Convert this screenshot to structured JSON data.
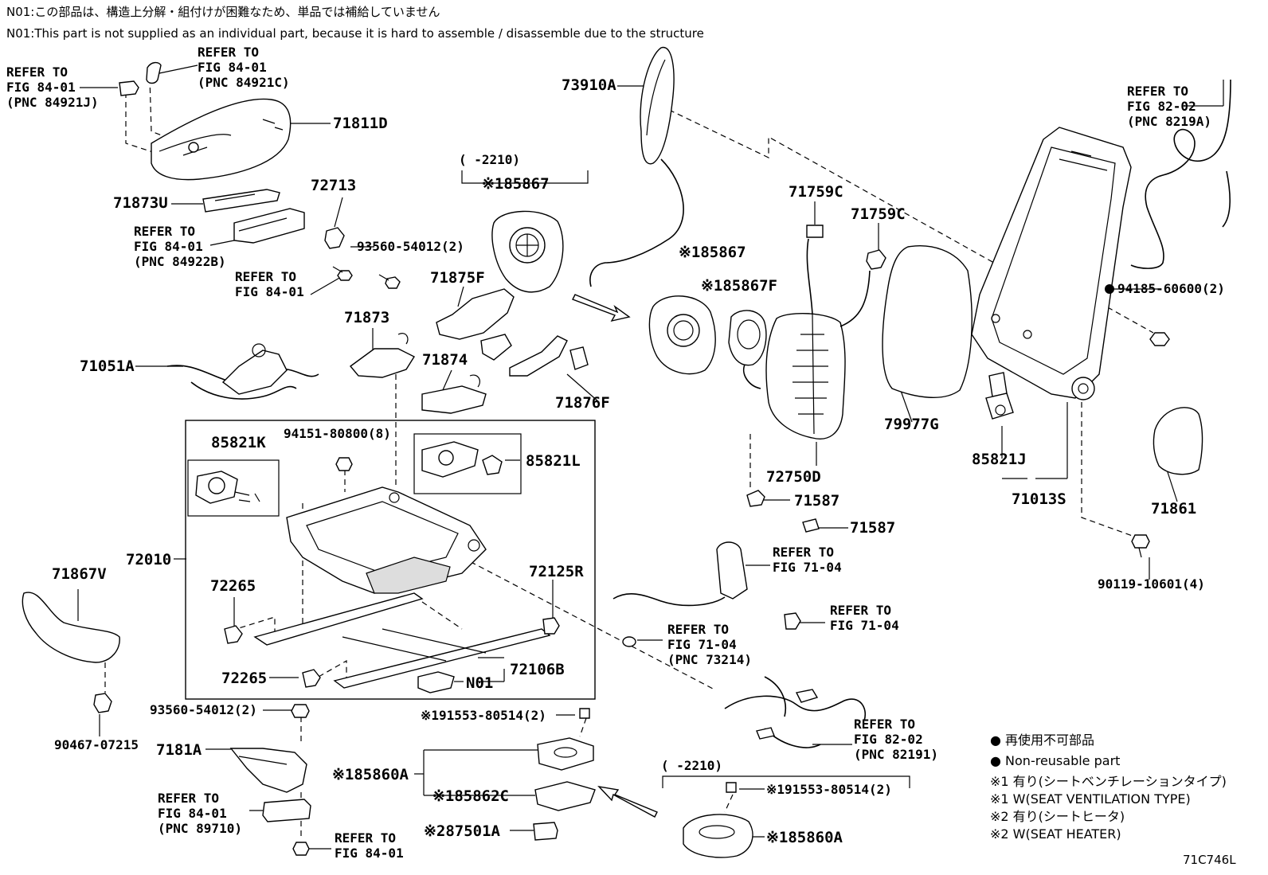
{
  "notes": {
    "n01_jp": "N01:この部品は、構造上分解・組付けが困難なため、単品では補給していません",
    "n01_en": "N01:This part is not supplied as an individual part, because it is hard to assemble / disassemble due to the structure"
  },
  "labels": {
    "p73910A": "73910A",
    "p71811D": "71811D",
    "p71873U": "71873U",
    "p72713": "72713",
    "p93560a": "93560-54012(2)",
    "p185867a_range": "( -2210)",
    "p185867a": "※185867",
    "p185867b": "※185867",
    "p185867F": "※185867F",
    "p71875F": "71875F",
    "p71873": "71873",
    "p71874": "71874",
    "p71051A": "71051A",
    "p71876F": "71876F",
    "p71759C_a": "71759C",
    "p71759C_b": "71759C",
    "p79977G": "79977G",
    "p72750D": "72750D",
    "p71587_a": "71587",
    "p71587_b": "71587",
    "p94185": "94185-60600(2)",
    "p85821J": "85821J",
    "p71013S": "71013S",
    "p71861": "71861",
    "p90119": "90119-10601(4)",
    "p85821K": "85821K",
    "p94151": "94151-80800(8)",
    "p85821L": "85821L",
    "p72010": "72010",
    "p72265_a": "72265",
    "p72265_b": "72265",
    "p72125R": "72125R",
    "p72106B": "72106B",
    "pN01": "N01",
    "p71867V": "71867V",
    "p90467": "90467-07215",
    "p93560b": "93560-54012(2)",
    "p191553a": "※191553-80514(2)",
    "p7181A": "7181A",
    "p185860A_a": "※185860A",
    "p185862C": "※185862C",
    "p87501A": "※287501A",
    "p185860A_range": "( -2210)",
    "p191553b": "※191553-80514(2)",
    "p185860A_b": "※185860A",
    "fig_code": "71C746L"
  },
  "refs": {
    "r84921J": "REFER TO\nFIG 84-01\n(PNC 84921J)",
    "r84921C": "REFER TO\nFIG 84-01\n(PNC 84921C)",
    "r84922B": "REFER TO\nFIG 84-01\n(PNC 84922B)",
    "r8401": "REFER TO\nFIG 84-01",
    "r8219A": "REFER TO\nFIG 82-02\n(PNC 8219A)",
    "r7104a": "REFER TO\nFIG 71-04",
    "r7104b": "REFER TO\nFIG 71-04",
    "r73214": "REFER TO\nFIG 71-04\n(PNC 73214)",
    "r82191": "REFER TO\nFIG 82-02\n(PNC 82191)",
    "r89710": "REFER TO\nFIG 84-01\n(PNC 89710)",
    "r8401b": "REFER TO\nFIG 84-01"
  },
  "legend": {
    "l1": "● 再使用不可部品",
    "l2": "● Non-reusable part",
    "l3": "※1 有り(シートベンチレーションタイプ)",
    "l4": "※1 W(SEAT VENTILATION TYPE)",
    "l5": "※2 有り(シートヒータ)",
    "l6": "※2 W(SEAT HEATER)"
  }
}
